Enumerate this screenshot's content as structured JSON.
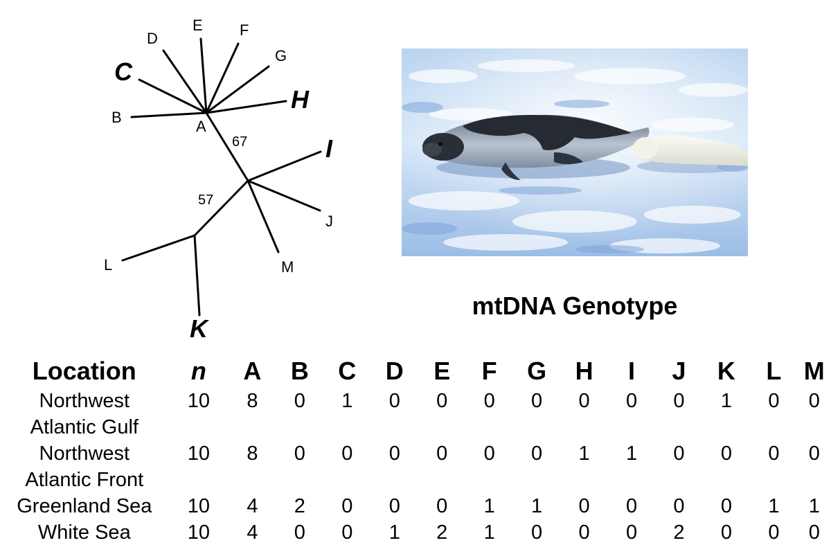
{
  "tree": {
    "node_labels": {
      "A": "A",
      "B": "B",
      "C": "C",
      "D": "D",
      "E": "E",
      "F": "F",
      "G": "G",
      "H": "H",
      "I": "I",
      "J": "J",
      "K": "K",
      "L": "L",
      "M": "M"
    },
    "bootstrap": [
      "67",
      "57"
    ],
    "highlighted_haplotypes": [
      "C",
      "H",
      "I",
      "K"
    ]
  },
  "photo": {
    "subject": "harp seal adult and white-coat pup on sea ice"
  },
  "table": {
    "title": "mtDNA Genotype",
    "headers": {
      "location": "Location",
      "n": "n",
      "genotypes": [
        "A",
        "B",
        "C",
        "D",
        "E",
        "F",
        "G",
        "H",
        "I",
        "J",
        "K",
        "L",
        "M"
      ]
    },
    "rows": [
      {
        "location_line1": "Northwest",
        "location_line2": "Atlantic Gulf",
        "n": "10",
        "values": [
          "8",
          "0",
          "1",
          "0",
          "0",
          "0",
          "0",
          "0",
          "0",
          "0",
          "1",
          "0",
          "0"
        ]
      },
      {
        "location_line1": "Northwest",
        "location_line2": "Atlantic Front",
        "n": "10",
        "values": [
          "8",
          "0",
          "0",
          "0",
          "0",
          "0",
          "0",
          "1",
          "1",
          "0",
          "0",
          "0",
          "0"
        ]
      },
      {
        "location_line1": "Greenland Sea",
        "location_line2": "",
        "n": "10",
        "values": [
          "4",
          "2",
          "0",
          "0",
          "0",
          "1",
          "1",
          "0",
          "0",
          "0",
          "0",
          "1",
          "1"
        ]
      },
      {
        "location_line1": "White Sea",
        "location_line2": "",
        "n": "10",
        "values": [
          "4",
          "0",
          "0",
          "1",
          "2",
          "1",
          "0",
          "0",
          "0",
          "2",
          "0",
          "0",
          "0"
        ]
      }
    ]
  }
}
